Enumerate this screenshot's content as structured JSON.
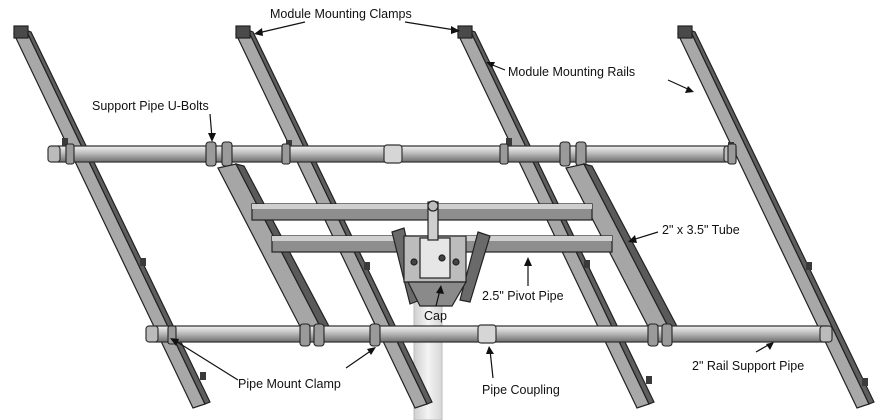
{
  "labels": {
    "module_mounting_clamps": "Module Mounting Clamps",
    "module_mounting_rails": "Module Mounting Rails",
    "support_pipe_u_bolts": "Support Pipe U-Bolts",
    "tube": "2\" x 3.5\" Tube",
    "pivot_pipe": "2.5\" Pivot Pipe",
    "cap": "Cap",
    "pipe_mount_clamp": "Pipe Mount Clamp",
    "pipe_coupling": "Pipe Coupling",
    "rail_support_pipe": "2\" Rail Support Pipe"
  },
  "colors": {
    "metal_light": "#c9c9c9",
    "metal_mid": "#9a9a9a",
    "metal_dark": "#555555",
    "outline": "#2a2a2a",
    "pole": "#e3e3e3"
  }
}
